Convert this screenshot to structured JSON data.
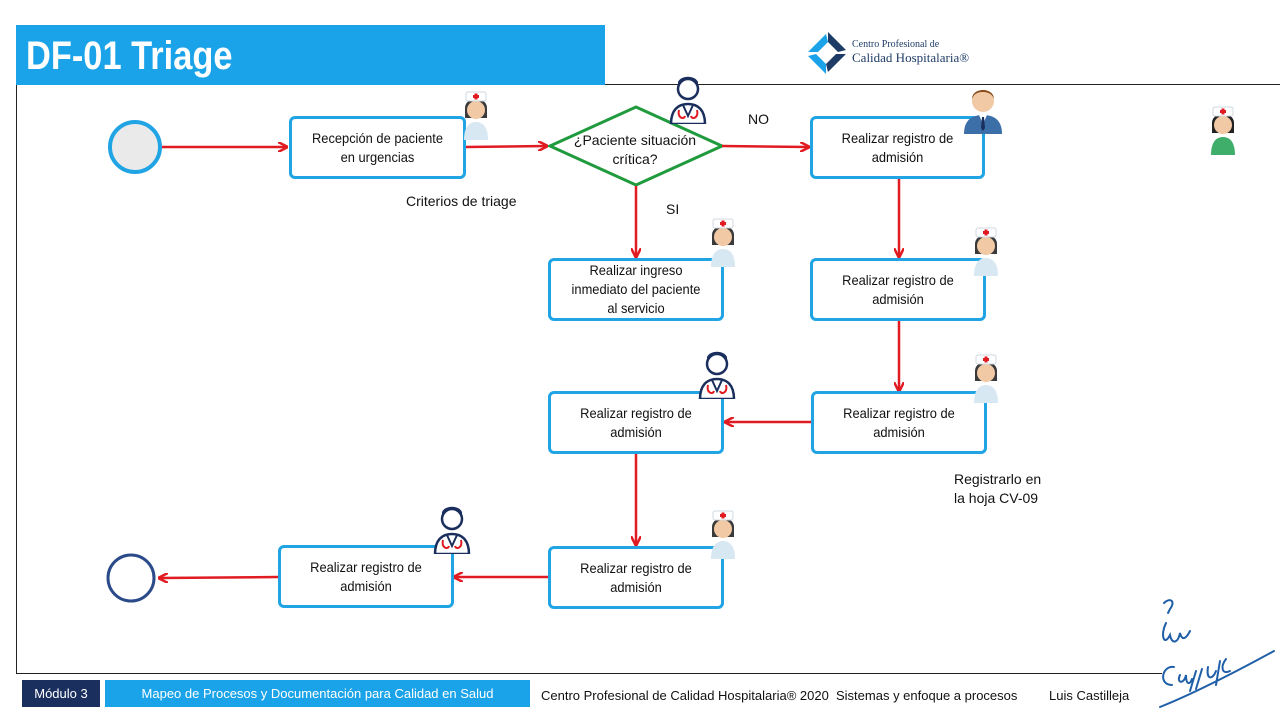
{
  "title": "DF-01 Triage",
  "logo": {
    "line1": "Centro Profesional de",
    "line2": "Calidad Hospitalaria®"
  },
  "flow": {
    "step_reception": "Recepción de paciente en urgencias",
    "decision": "¿Paciente situación crítica?",
    "decision_no": "NO",
    "decision_si": "SI",
    "note_criteria": "Criterios de triage",
    "step_immediate": "Realizar ingreso inmediato del paciente al servicio",
    "step_admission_1": "Realizar registro de admisión",
    "step_admission_2": "Realizar registro de admisión",
    "step_admission_3": "Realizar registro de admisión",
    "step_admission_4": "Realizar registro de admisión",
    "step_admission_5": "Realizar registro de admisión",
    "step_admission_6": "Realizar registro de admisión",
    "note_register": "Registrarlo en la hoja CV-09"
  },
  "footer": {
    "module": "Módulo 3",
    "course": "Mapeo de Procesos y Documentación para Calidad en Salud",
    "org": "Centro Profesional de Calidad Hospitalaria® 2020",
    "topic": "Sistemas y enfoque a procesos",
    "author": "Luis Castilleja"
  },
  "colors": {
    "accent": "#1aa3e8",
    "box_border": "#20a4e4",
    "arrow": "#e11b22",
    "decision": "#1f9a3c",
    "module_bg": "#1b2f5e"
  },
  "icons": [
    "nurse-icon",
    "doctor-icon",
    "businessman-icon",
    "signature"
  ]
}
